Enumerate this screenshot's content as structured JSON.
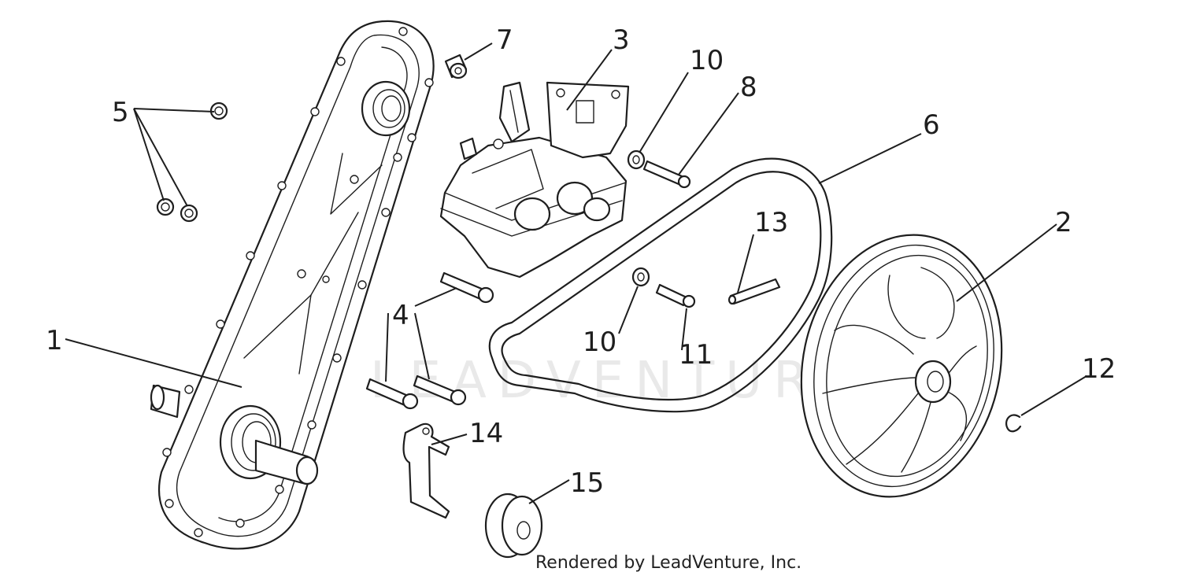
{
  "callouts": {
    "c1": "1",
    "c2": "2",
    "c3": "3",
    "c4": "4",
    "c5": "5",
    "c6": "6",
    "c7": "7",
    "c8": "8",
    "c10a": "10",
    "c10b": "10",
    "c11": "11",
    "c12": "12",
    "c13": "13",
    "c14": "14",
    "c15": "15"
  },
  "watermark": "LEADVENTURE",
  "credit": "Rendered by LeadVenture, Inc.",
  "colors": {
    "line": "#1e1e1e",
    "background": "#ffffff",
    "watermark": "#d8d8d8"
  }
}
